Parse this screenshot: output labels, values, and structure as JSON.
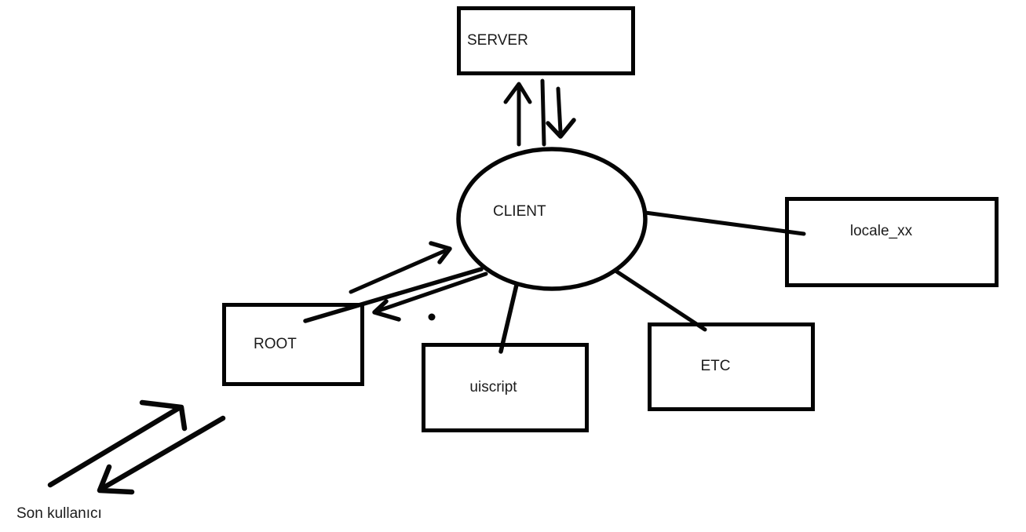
{
  "nodes": {
    "server": {
      "label": "SERVER",
      "shape": "rectangle"
    },
    "client": {
      "label": "CLIENT",
      "shape": "ellipse"
    },
    "locale": {
      "label": "locale_xx",
      "shape": "rectangle"
    },
    "root": {
      "label": "ROOT",
      "shape": "rectangle"
    },
    "uiscript": {
      "label": "uiscript",
      "shape": "rectangle"
    },
    "etc": {
      "label": "ETC",
      "shape": "rectangle"
    }
  },
  "annotations": {
    "end_user_label": "Son kullanıcı"
  },
  "edges": [
    {
      "from": "client",
      "to": "server",
      "style": "arrow-up"
    },
    {
      "from": "server",
      "to": "client",
      "style": "plain-line"
    },
    {
      "from": "server",
      "to": "client",
      "style": "arrow-down"
    },
    {
      "from": "client",
      "to": "locale",
      "style": "plain-line"
    },
    {
      "from": "client",
      "to": "uiscript",
      "style": "plain-line"
    },
    {
      "from": "client",
      "to": "etc",
      "style": "plain-line"
    },
    {
      "from": "root",
      "to": "client",
      "style": "arrow"
    },
    {
      "from": "root",
      "to": "client",
      "style": "plain-line"
    },
    {
      "from": "client",
      "to": "root",
      "style": "arrow"
    },
    {
      "from": "end_user",
      "to": "root",
      "style": "arrow"
    },
    {
      "from": "root",
      "to": "end_user",
      "style": "arrow"
    }
  ],
  "colors": {
    "ink": "#000000",
    "background": "#ffffff",
    "text": "#1b1b1b"
  }
}
